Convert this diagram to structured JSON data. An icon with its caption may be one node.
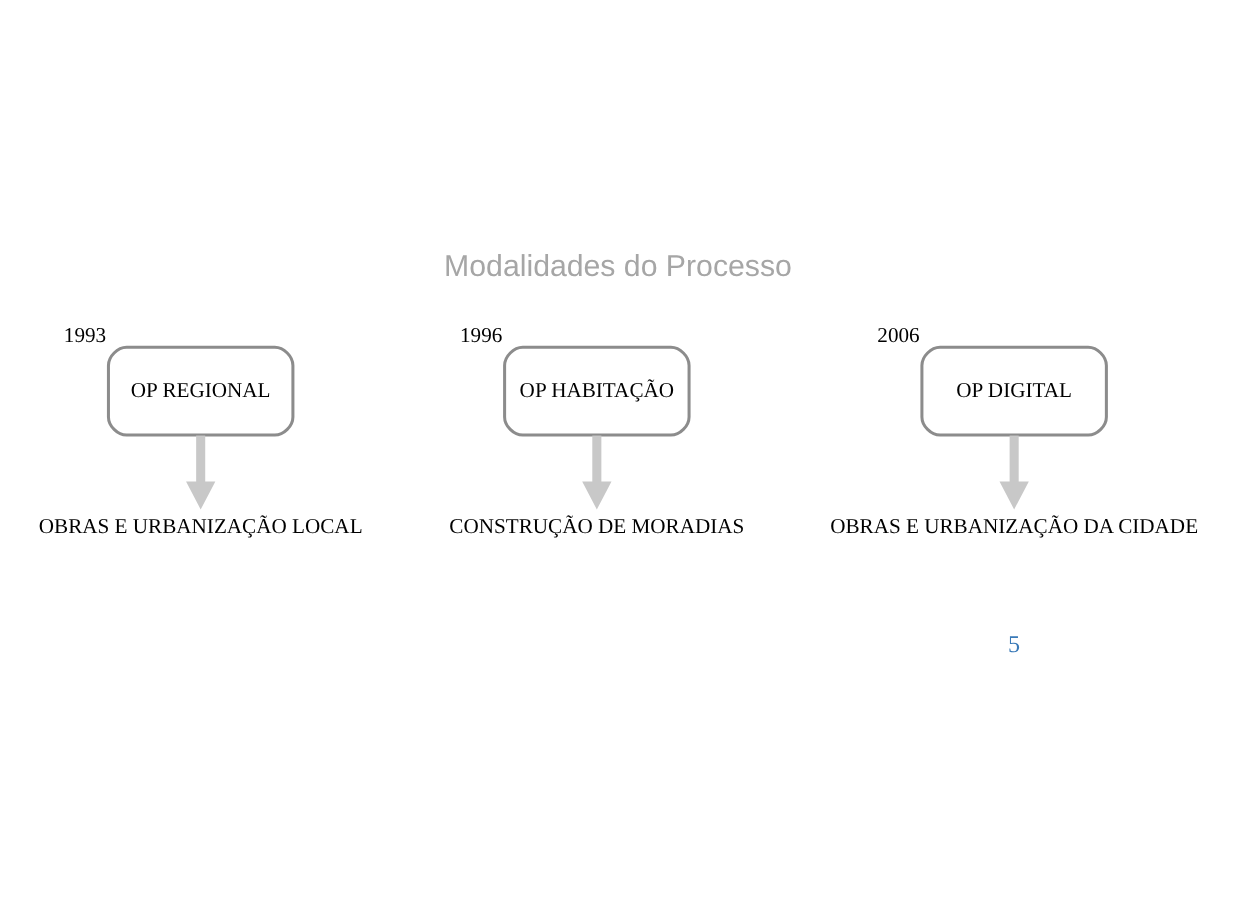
{
  "diagram": {
    "title": "Modalidades do Processo",
    "nodes": [
      {
        "text": [
          "OP REGIONAL"
        ],
        "beside": [
          "1993"
        ]
      },
      {
        "text": [
          "OP HABITAÇÃO"
        ],
        "beside": [
          "1996"
        ]
      },
      {
        "text": [
          "OP DIGITAL"
        ],
        "beside": [
          "2006"
        ]
      },
      {
        "text": [
          "OBRAS E URBANIZAÇÃO LOCAL"
        ]
      },
      {
        "text": [
          "CONSTRUÇÃO DE MORADIAS"
        ]
      },
      {
        "text": [
          "OBRAS E URBANIZAÇÃO DA CIDADE"
        ]
      }
    ],
    "edges": [
      {
        "from": 0,
        "to": 3,
        "arrow": "to"
      },
      {
        "from": 1,
        "to": 4,
        "arrow": "to"
      },
      {
        "from": 2,
        "to": 5,
        "arrow": "to"
      }
    ],
    "labels": [
      "5"
    ]
  }
}
